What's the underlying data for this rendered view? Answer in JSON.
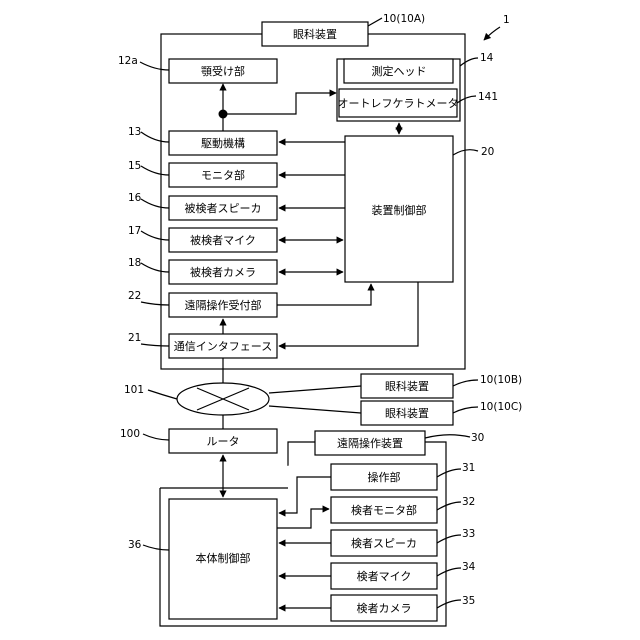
{
  "figure_number": "1",
  "device_a": {
    "title": "眼科装置",
    "ref": "10(10A)",
    "chin_rest": {
      "label": "顎受け部",
      "ref": "12a"
    },
    "measurement_head": {
      "label": "測定ヘッド",
      "ref": "14"
    },
    "auto_refkeratometer": {
      "label": "オートレフケラトメータ",
      "ref": "141"
    },
    "drive_mechanism": {
      "label": "駆動機構",
      "ref": "13"
    },
    "device_controller": {
      "label": "装置制御部",
      "ref": "20"
    },
    "monitor_unit": {
      "label": "モニタ部",
      "ref": "15"
    },
    "examinee_speaker": {
      "label": "被検者スピーカ",
      "ref": "16"
    },
    "examinee_mic": {
      "label": "被検者マイク",
      "ref": "17"
    },
    "examinee_camera": {
      "label": "被検者カメラ",
      "ref": "18"
    },
    "remote_op_receiver": {
      "label": "遠隔操作受付部",
      "ref": "22"
    },
    "comm_interface": {
      "label": "通信インタフェース",
      "ref": "21"
    }
  },
  "network": {
    "ref": "101"
  },
  "device_b": {
    "label": "眼科装置",
    "ref": "10(10B)"
  },
  "device_c": {
    "label": "眼科装置",
    "ref": "10(10C)"
  },
  "router": {
    "label": "ルータ",
    "ref": "100"
  },
  "remote_device": {
    "title": "遠隔操作装置",
    "ref": "30",
    "operation_unit": {
      "label": "操作部",
      "ref": "31"
    },
    "examiner_monitor": {
      "label": "検者モニタ部",
      "ref": "32"
    },
    "examiner_speaker": {
      "label": "検者スピーカ",
      "ref": "33"
    },
    "examiner_mic": {
      "label": "検者マイク",
      "ref": "34"
    },
    "examiner_camera": {
      "label": "検者カメラ",
      "ref": "35"
    },
    "main_controller": {
      "label": "本体制御部",
      "ref": "36"
    }
  }
}
